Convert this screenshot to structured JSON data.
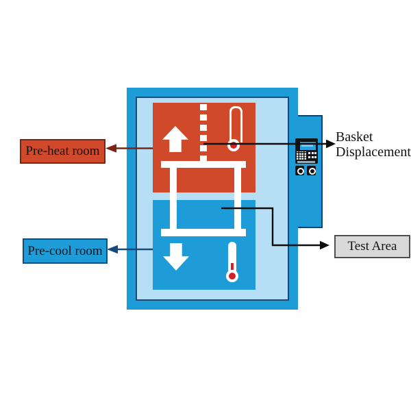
{
  "diagram": {
    "type": "thermal-shock-test-chamber-schematic",
    "labels": {
      "preheat": {
        "text": "Pre-heat room",
        "fill": "#d0492a",
        "border_color": "#7b2413",
        "arrow_color": "#7b2413",
        "arrow_direction": "points-left-to-label"
      },
      "precool": {
        "text": "Pre-cool room",
        "fill": "#1e9cd7",
        "border_color": "#164a7c",
        "arrow_color": "#164a7c",
        "arrow_direction": "points-left-to-label"
      },
      "basket_displacement": {
        "line1": "Basket",
        "line2": "Displacement",
        "arrow_color": "#0c0c0c",
        "arrow_direction": "points-right-to-label"
      },
      "test_area": {
        "text": "Test Area",
        "fill": "#d9d9d9",
        "border_color": "#4f4f4f",
        "arrow_color": "#0c0c0c",
        "arrow_direction": "points-right-to-label"
      }
    },
    "colors": {
      "chamber_shell_blue": "#1e9cd7",
      "chamber_inner_light_blue": "#b6dff5",
      "outline_navy": "#174a74",
      "preheat_room_orange": "#d0492a",
      "precool_room_blue": "#1e9cd7",
      "basket_white": "#ffffff",
      "thermometer_red": "#d42027",
      "panel_black": "#141414",
      "lcd_blue": "#2aa0dc",
      "background": "#ffffff"
    },
    "icons": {
      "up_arrow": "up-arrow (heating / basket rises)",
      "down_arrow": "down-arrow (cooling / basket lowers)",
      "dashed_track": "dashed vertical displacement track",
      "thermometer_hot": "thermometer with red bulb (pre-heat room)",
      "thermometer_cold": "thermometer with red bulb (pre-cool room)",
      "control_panel": "controller with LCD screen, keypad and two round buttons"
    }
  }
}
